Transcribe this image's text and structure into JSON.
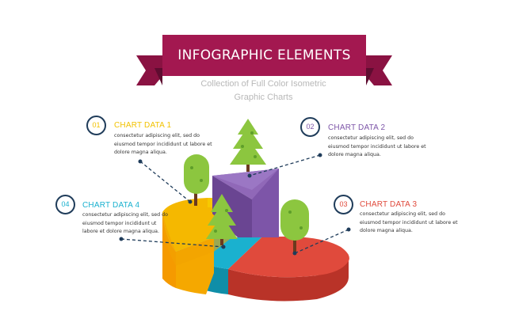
{
  "header": {
    "title": "INFOGRAPHIC ELEMENTS",
    "subtitle_line1": "Collection of Full Color Isometric",
    "subtitle_line2": "Graphic Charts"
  },
  "callouts": [
    {
      "number": "01",
      "title": "CHART DATA 1",
      "desc": "consectetur adipiscing elit, sed do eiusmod tempor incididunt ut labore et dolore magna aliqua.",
      "color": "#f2c200"
    },
    {
      "number": "02",
      "title": "CHART DATA 2",
      "desc": "consectetur adipiscing elit, sed do eiusmod tempor incididunt ut labore et dolore magna aliqua.",
      "color": "#7d55a8"
    },
    {
      "number": "03",
      "title": "CHART DATA 3",
      "desc": "consectetur adipiscing elit, sed do eiusmod tempor incididunt ut labore et dolore magna aliqua.",
      "color": "#e04a3c"
    },
    {
      "number": "04",
      "title": "CHART DATA 4",
      "desc": "consectetur adipiscing elit, sed do eiusmod tempor incididunt ut labore et dolore magna aliqua.",
      "color": "#1ab1cf"
    }
  ],
  "colors": {
    "ribbon": "#a31850",
    "ribbon_dark": "#7a0f3a",
    "circle_border": "#1f3c5a",
    "yellow": "#f5b800",
    "orange": "#f59a00",
    "purple": "#7d55a8",
    "red": "#e04a3c",
    "teal": "#1ab1cf",
    "tree_green": "#8cc63f",
    "trunk": "#6b3a1e"
  }
}
